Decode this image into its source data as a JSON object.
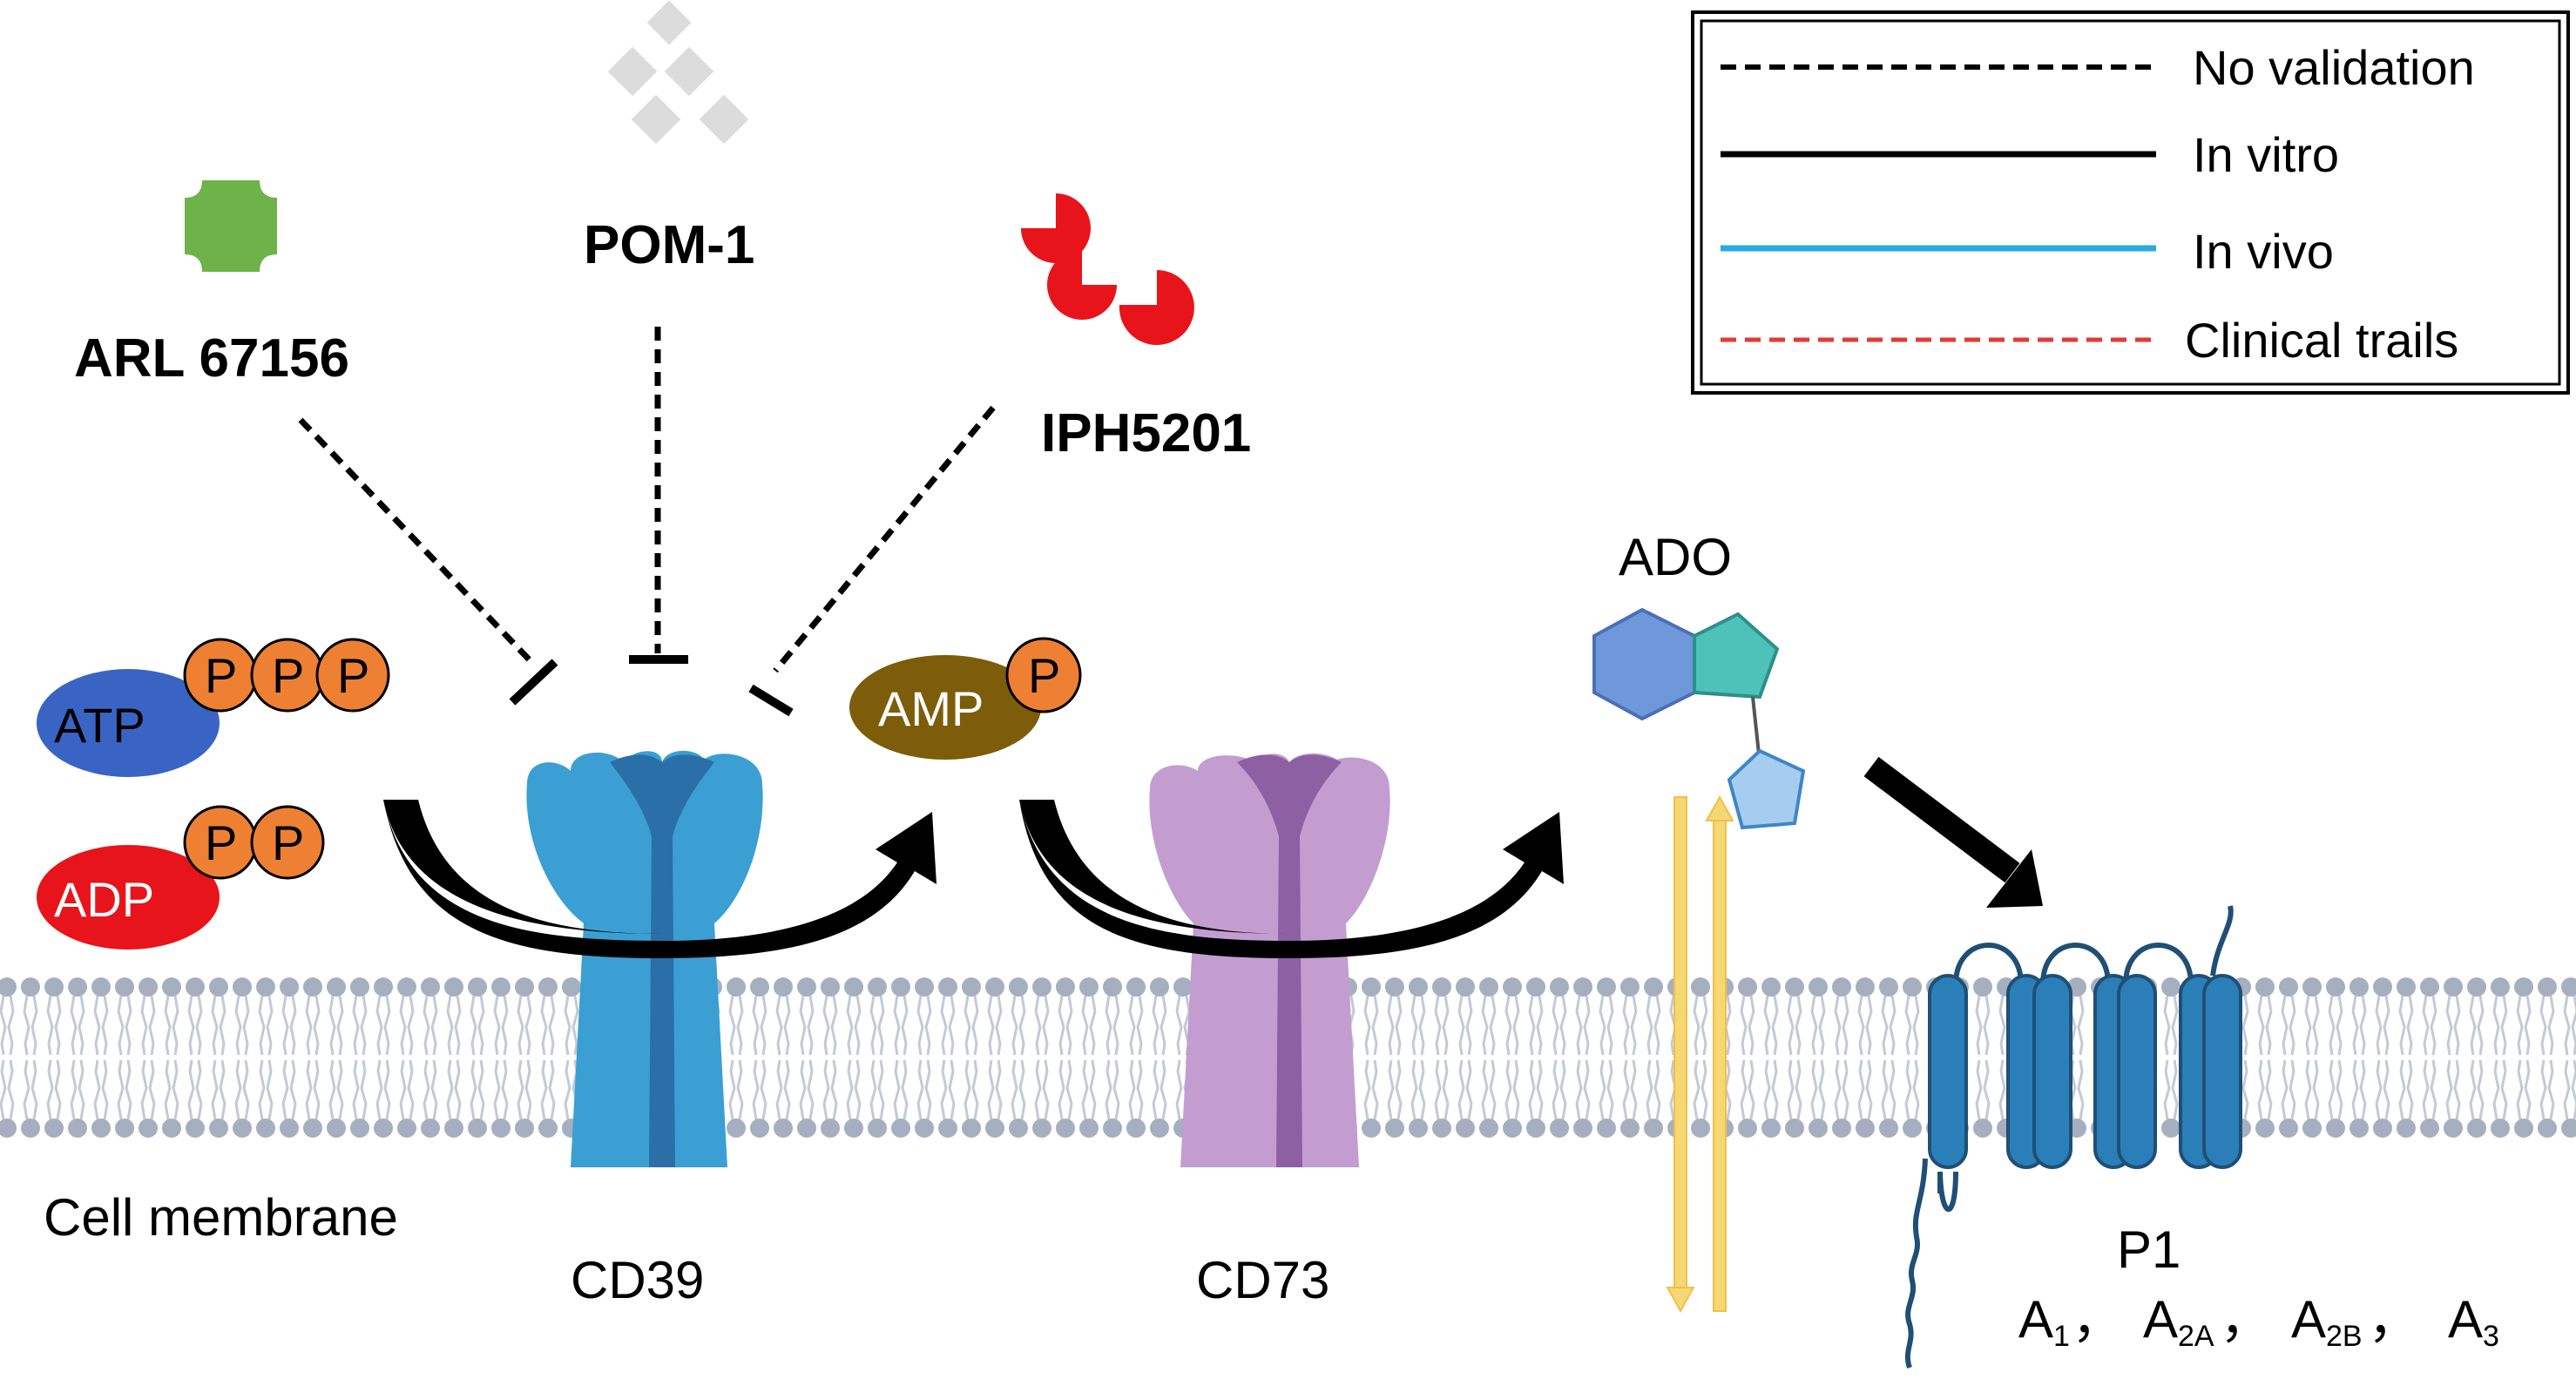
{
  "legend": {
    "items": [
      {
        "label": "No validation",
        "style": "dashed",
        "color": "#000000"
      },
      {
        "label": "In vitro",
        "style": "solid",
        "color": "#000000"
      },
      {
        "label": "In vivo",
        "style": "solid",
        "color": "#29abe2"
      },
      {
        "label": "Clinical trails",
        "style": "dashed",
        "color": "#e53935"
      }
    ]
  },
  "drugs": {
    "arl": "ARL 67156",
    "pom": "POM-1",
    "iph": "IPH5201"
  },
  "molecules": {
    "atp": "ATP",
    "adp": "ADP",
    "amp": "AMP",
    "phosphate": "P",
    "ado": "ADO"
  },
  "labels": {
    "cell_membrane": "Cell membrane",
    "cd39": "CD39",
    "cd73": "CD73",
    "p1": "P1"
  },
  "receptors": {
    "separator": "，",
    "a1_main": "A",
    "a1_sub": "1",
    "a2a_main": "A",
    "a2a_sub": "2A",
    "a2b_main": "A",
    "a2b_sub": "2B",
    "a3_main": "A",
    "a3_sub": "3"
  },
  "colors": {
    "arl_green": "#6db34a",
    "pom_gray": "#dcdcdc",
    "iph_red": "#e8141b",
    "atp_blue": "#3a64c4",
    "adp_red": "#e8141b",
    "amp_brown": "#7d5c0a",
    "phosphate_orange": "#ee8033",
    "cd39_blue": "#3b9fd3",
    "cd73_purple": "#c39dd0",
    "membrane_gray": "#a6afbf",
    "p1_blue": "#2b7fb8",
    "channel_yellow": "#f5d773"
  }
}
